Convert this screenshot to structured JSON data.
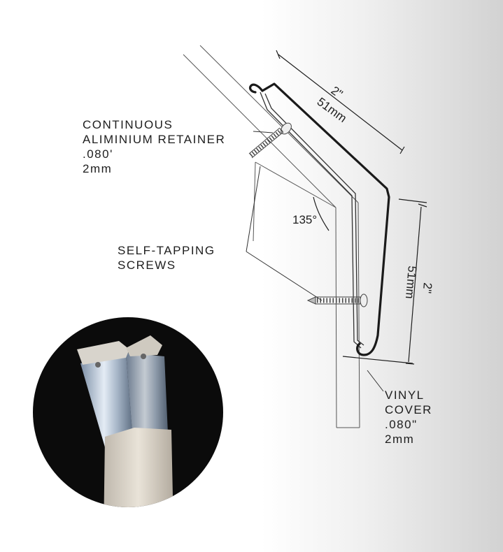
{
  "labels": {
    "retainer": [
      "CONTINUOUS",
      "ALIMINIUM  RETAINER",
      ".080'",
      "2mm"
    ],
    "screws": [
      "SELF-TAPPING",
      "SCREWS"
    ],
    "vinyl": [
      "VINYL",
      "COVER",
      ".080\"",
      "2mm"
    ]
  },
  "dimensions": {
    "top_inches": "2\"",
    "top_mm": "51mm",
    "side_inches": "2\"",
    "side_mm": "51mm",
    "angle": "135°"
  },
  "photo": {
    "caption": ""
  }
}
